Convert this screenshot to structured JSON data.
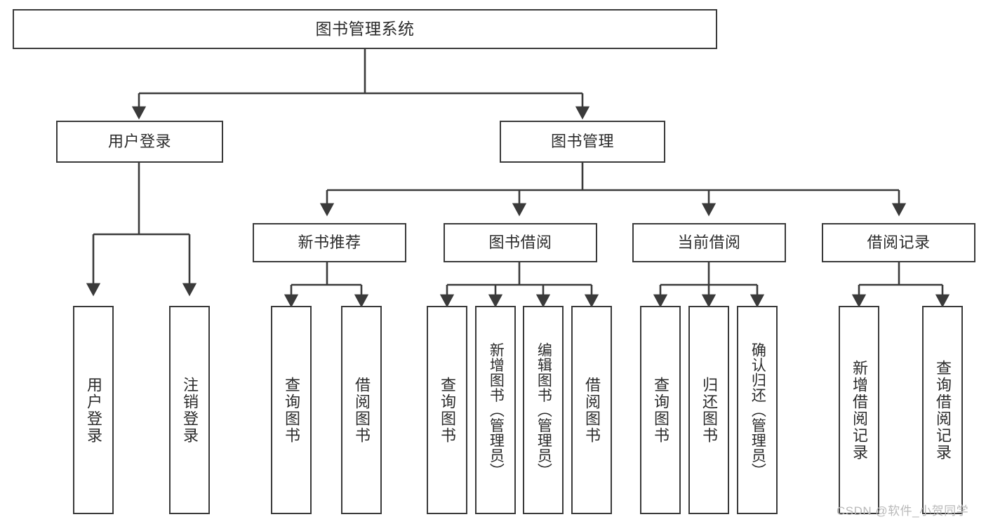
{
  "diagram": {
    "title": "图书管理系统",
    "type": "tree-hierarchy",
    "watermark": "CSDN @软件_小贺同学",
    "colors": {
      "box_border": "#3a3a3a",
      "box_fill": "#ffffff",
      "text": "#2b2b2b",
      "connector": "#3a3a3a",
      "watermark": "#b9b9b9",
      "background": "#ffffff"
    },
    "levels": {
      "root": {
        "label": "图书管理系统"
      },
      "level1": [
        {
          "label": "用户登录"
        },
        {
          "label": "图书管理"
        }
      ],
      "level2": [
        {
          "label": "新书推荐"
        },
        {
          "label": "图书借阅"
        },
        {
          "label": "当前借阅"
        },
        {
          "label": "借阅记录"
        }
      ],
      "leaves": {
        "user_login": [
          {
            "label": "用户登录"
          },
          {
            "label": "注销登录"
          }
        ],
        "new_book_recommend": [
          {
            "label": "查询图书"
          },
          {
            "label": "借阅图书"
          }
        ],
        "book_borrow": [
          {
            "label": "查询图书"
          },
          {
            "label": "新增图书（管理员）"
          },
          {
            "label": "编辑图书（管理员）"
          },
          {
            "label": "借阅图书"
          }
        ],
        "current_borrow": [
          {
            "label": "查询图书"
          },
          {
            "label": "归还图书"
          },
          {
            "label": "确认归还（管理员）"
          }
        ],
        "borrow_record": [
          {
            "label": "新增借阅记录"
          },
          {
            "label": "查询借阅记录"
          }
        ]
      }
    }
  }
}
